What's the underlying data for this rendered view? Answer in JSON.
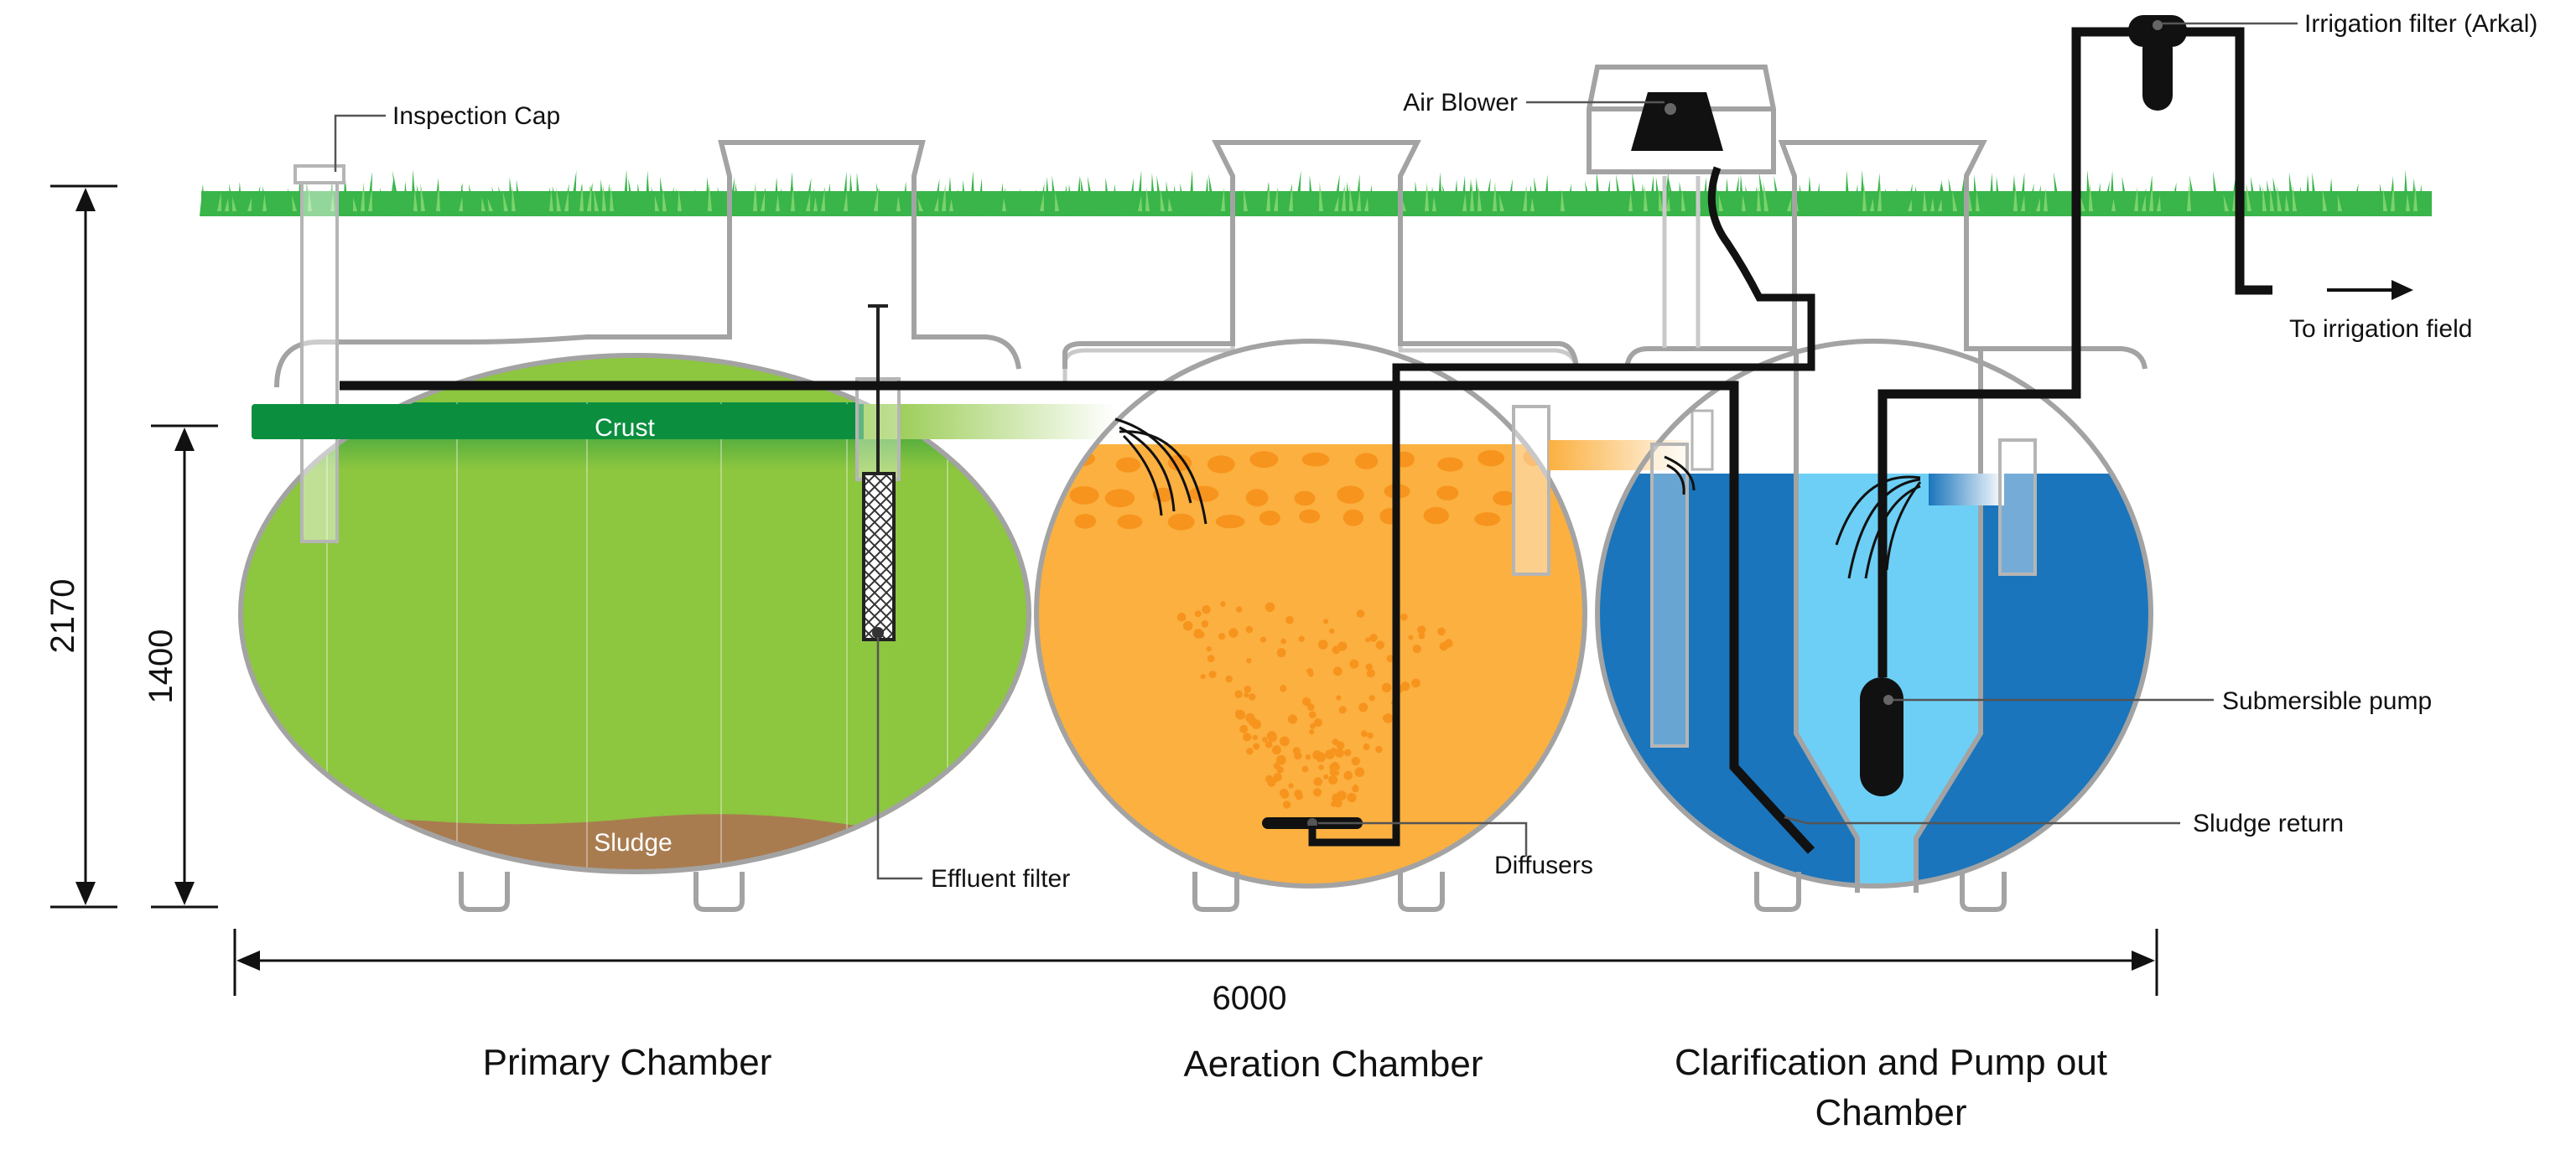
{
  "labels": {
    "inspection_cap": "Inspection Cap",
    "air_blower": "Air Blower",
    "irrigation_filter": "Irrigation filter (Arkal)",
    "to_irrigation_field": "To irrigation field",
    "crust": "Crust",
    "sludge": "Sludge",
    "effluent_filter": "Effluent filter",
    "diffusers": "Diffusers",
    "submersible_pump": "Submersible pump",
    "sludge_return": "Sludge return"
  },
  "dimensions": {
    "height_total": "2170",
    "height_liquid": "1400",
    "length": "6000"
  },
  "chambers": [
    {
      "name": "Primary Chamber",
      "color": "#8dc63f"
    },
    {
      "name": "Aeration Chamber",
      "color": "#fbb040"
    },
    {
      "name_line1": "Clarification and Pump out",
      "name_line2": "Chamber",
      "color": "#1a75bc"
    }
  ],
  "colors": {
    "grass": "#39b54a",
    "crust": "#0b8f3f",
    "sludge": "#a97c50",
    "clarifier_cone": "#6dcff6",
    "pipe": "#111111",
    "shell": "#a3a3a3"
  }
}
